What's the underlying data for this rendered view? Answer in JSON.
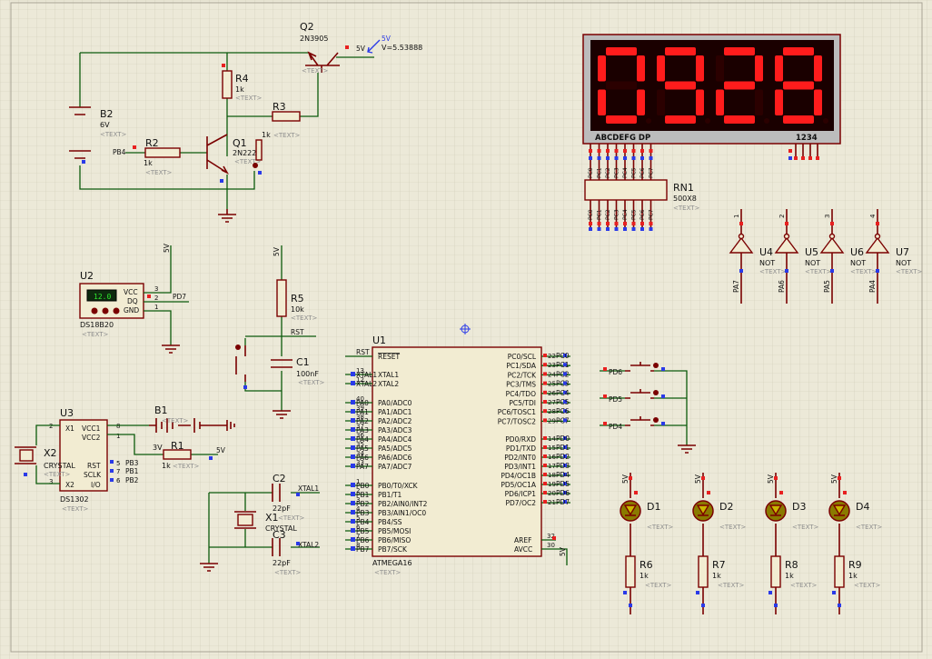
{
  "sheet": {
    "grid": true,
    "colors": {
      "wire": "#0b5a0b",
      "component": "#7a0000",
      "body": "#f2ecd2",
      "pin_red": "#e82020",
      "pin_blue": "#2a3ae8",
      "display_on": "#ff1c1c"
    }
  },
  "placeholder": "<TEXT>",
  "labels": {
    "q2_ref": "Q2",
    "q2_val": "2N3905",
    "probe_5v": "5V",
    "probe_5v_b": "5V",
    "probe_v": "V=5.53888",
    "r4_ref": "R4",
    "r4_val": "1k",
    "r3_ref": "R3",
    "r3_val": "1k",
    "b2_ref": "B2",
    "b2_val": "6V",
    "r2_ref": "R2",
    "r2_val": "1k",
    "r2_net": "PB4",
    "q1_ref": "Q1",
    "q1_val": "2N2222",
    "u2_ref": "U2",
    "u2_val": "DS18B20",
    "u2_readout": "12.0",
    "u2_vcc": "VCC",
    "u2_dq": "DQ",
    "u2_gnd": "GND",
    "u2_p3": "3",
    "u2_p2": "2",
    "u2_p1": "1",
    "u2_net": "PD7",
    "u2_5v": "5V",
    "r5_ref": "R5",
    "r5_val": "10k",
    "r5_5v": "5V",
    "rst_net": "RST",
    "c1_ref": "C1",
    "c1_val": "100nF",
    "u3_ref": "U3",
    "u3_val": "DS1302",
    "u3_x1": "X1",
    "u3_x2": "X2",
    "u3_vcc1": "VCC1",
    "u3_vcc2": "VCC2",
    "u3_rst": "RST",
    "u3_sclk": "SCLK",
    "u3_io": "I/O",
    "u3_p2": "2",
    "u3_p3": "3",
    "u3_p8": "8",
    "u3_p1": "1",
    "u3_p5": "5",
    "u3_p7": "7",
    "u3_p6": "6",
    "u3_n5": "PB3",
    "u3_n7": "PB1",
    "u3_n6": "PB2",
    "x2_ref": "X2",
    "x2_val": "CRYSTAL",
    "b1_ref": "B1",
    "b1_val": "3V",
    "r1_ref": "R1",
    "r1_val": "1k",
    "r1_net": "5V",
    "c2_ref": "C2",
    "c2_val": "22pF",
    "xtal1_net": "XTAL1",
    "x1_ref": "X1",
    "x1_val": "CRYSTAL",
    "c3_ref": "C3",
    "c3_val": "22pF",
    "xtal2_net": "XTAL2",
    "u1_ref": "U1",
    "u1_val": "ATMEGA16",
    "disp_digits": "0928",
    "disp_seg_label": "ABCDEFG  DP",
    "disp_dig_label": "1234",
    "rn1_ref": "RN1",
    "rn1_val": "500X8",
    "u4_ref": "U4",
    "u5_ref": "U5",
    "u6_ref": "U6",
    "u7_ref": "U7",
    "not_val": "NOT",
    "inv_pin_1": "1",
    "inv_pin_2": "2",
    "inv_pin_3": "3",
    "inv_pin_4": "4",
    "inv_net_1": "PA7",
    "inv_net_2": "PA6",
    "inv_net_3": "PA5",
    "inv_net_4": "PA4",
    "d1_ref": "D1",
    "d2_ref": "D2",
    "d3_ref": "D3",
    "d4_ref": "D4",
    "r6_ref": "R6",
    "r7_ref": "R7",
    "r8_ref": "R8",
    "r9_ref": "R9",
    "led_res_val": "1k",
    "led_5v": "5V",
    "aref": "AREF",
    "avcc": "AVCC",
    "aref_num": "32",
    "avcc_num": "30",
    "avcc_net": "5V",
    "sw_net_1": "PD6",
    "sw_net_2": "PD5",
    "sw_net_3": "PD4"
  },
  "u1": {
    "reset": {
      "name": "RESET",
      "num": "9",
      "net": "RST"
    },
    "xtal": [
      {
        "name": "XTAL1",
        "num": "13",
        "net": "XTAL1"
      },
      {
        "name": "XTAL2",
        "num": "12",
        "net": "XTAL2"
      }
    ],
    "porta": [
      {
        "name": "PA0/ADC0",
        "num": "40",
        "net": "PA0"
      },
      {
        "name": "PA1/ADC1",
        "num": "39",
        "net": "PA1"
      },
      {
        "name": "PA2/ADC2",
        "num": "38",
        "net": "PA2"
      },
      {
        "name": "PA3/ADC3",
        "num": "37",
        "net": "PA3"
      },
      {
        "name": "PA4/ADC4",
        "num": "36",
        "net": "PA4"
      },
      {
        "name": "PA5/ADC5",
        "num": "35",
        "net": "PA5"
      },
      {
        "name": "PA6/ADC6",
        "num": "34",
        "net": "PA6"
      },
      {
        "name": "PA7/ADC7",
        "num": "33",
        "net": "PA7"
      }
    ],
    "portb": [
      {
        "name": "PB0/T0/XCK",
        "num": "1",
        "net": "PB0"
      },
      {
        "name": "PB1/T1",
        "num": "2",
        "net": "PB1"
      },
      {
        "name": "PB2/AIN0/INT2",
        "num": "3",
        "net": "PB2"
      },
      {
        "name": "PB3/AIN1/OC0",
        "num": "4",
        "net": "PB3"
      },
      {
        "name": "PB4/SS",
        "num": "5",
        "net": "PB4"
      },
      {
        "name": "PB5/MOSI",
        "num": "6",
        "net": "PB5"
      },
      {
        "name": "PB6/MISO",
        "num": "7",
        "net": "PB6"
      },
      {
        "name": "PB7/SCK",
        "num": "8",
        "net": "PB7"
      }
    ],
    "portc": [
      {
        "name": "PC0/SCL",
        "num": "22",
        "net": "PC0"
      },
      {
        "name": "PC1/SDA",
        "num": "23",
        "net": "PC1"
      },
      {
        "name": "PC2/TCK",
        "num": "24",
        "net": "PC2"
      },
      {
        "name": "PC3/TMS",
        "num": "25",
        "net": "PC3"
      },
      {
        "name": "PC4/TDO",
        "num": "26",
        "net": "PC4"
      },
      {
        "name": "PC5/TDI",
        "num": "27",
        "net": "PC5"
      },
      {
        "name": "PC6/TOSC1",
        "num": "28",
        "net": "PC6"
      },
      {
        "name": "PC7/TOSC2",
        "num": "29",
        "net": "PC7"
      }
    ],
    "portd": [
      {
        "name": "PD0/RXD",
        "num": "14",
        "net": "PD0"
      },
      {
        "name": "PD1/TXD",
        "num": "15",
        "net": "PD1"
      },
      {
        "name": "PD2/INT0",
        "num": "16",
        "net": "PD2"
      },
      {
        "name": "PD3/INT1",
        "num": "17",
        "net": "PD3"
      },
      {
        "name": "PD4/OC1B",
        "num": "18",
        "net": "PD4"
      },
      {
        "name": "PD5/OC1A",
        "num": "19",
        "net": "PD5"
      },
      {
        "name": "PD6/ICP1",
        "num": "20",
        "net": "PD6"
      },
      {
        "name": "PD7/OC2",
        "num": "21",
        "net": "PD7"
      }
    ]
  },
  "rn1_pins": {
    "top": [
      "PC0",
      "PC1",
      "PC2",
      "PC3",
      "PC4",
      "PC5",
      "PC6",
      "PC7"
    ],
    "bottom": [
      "PC0",
      "PC1",
      "PC2",
      "PC3",
      "PC4",
      "PC5",
      "PC6",
      "PC7"
    ]
  }
}
